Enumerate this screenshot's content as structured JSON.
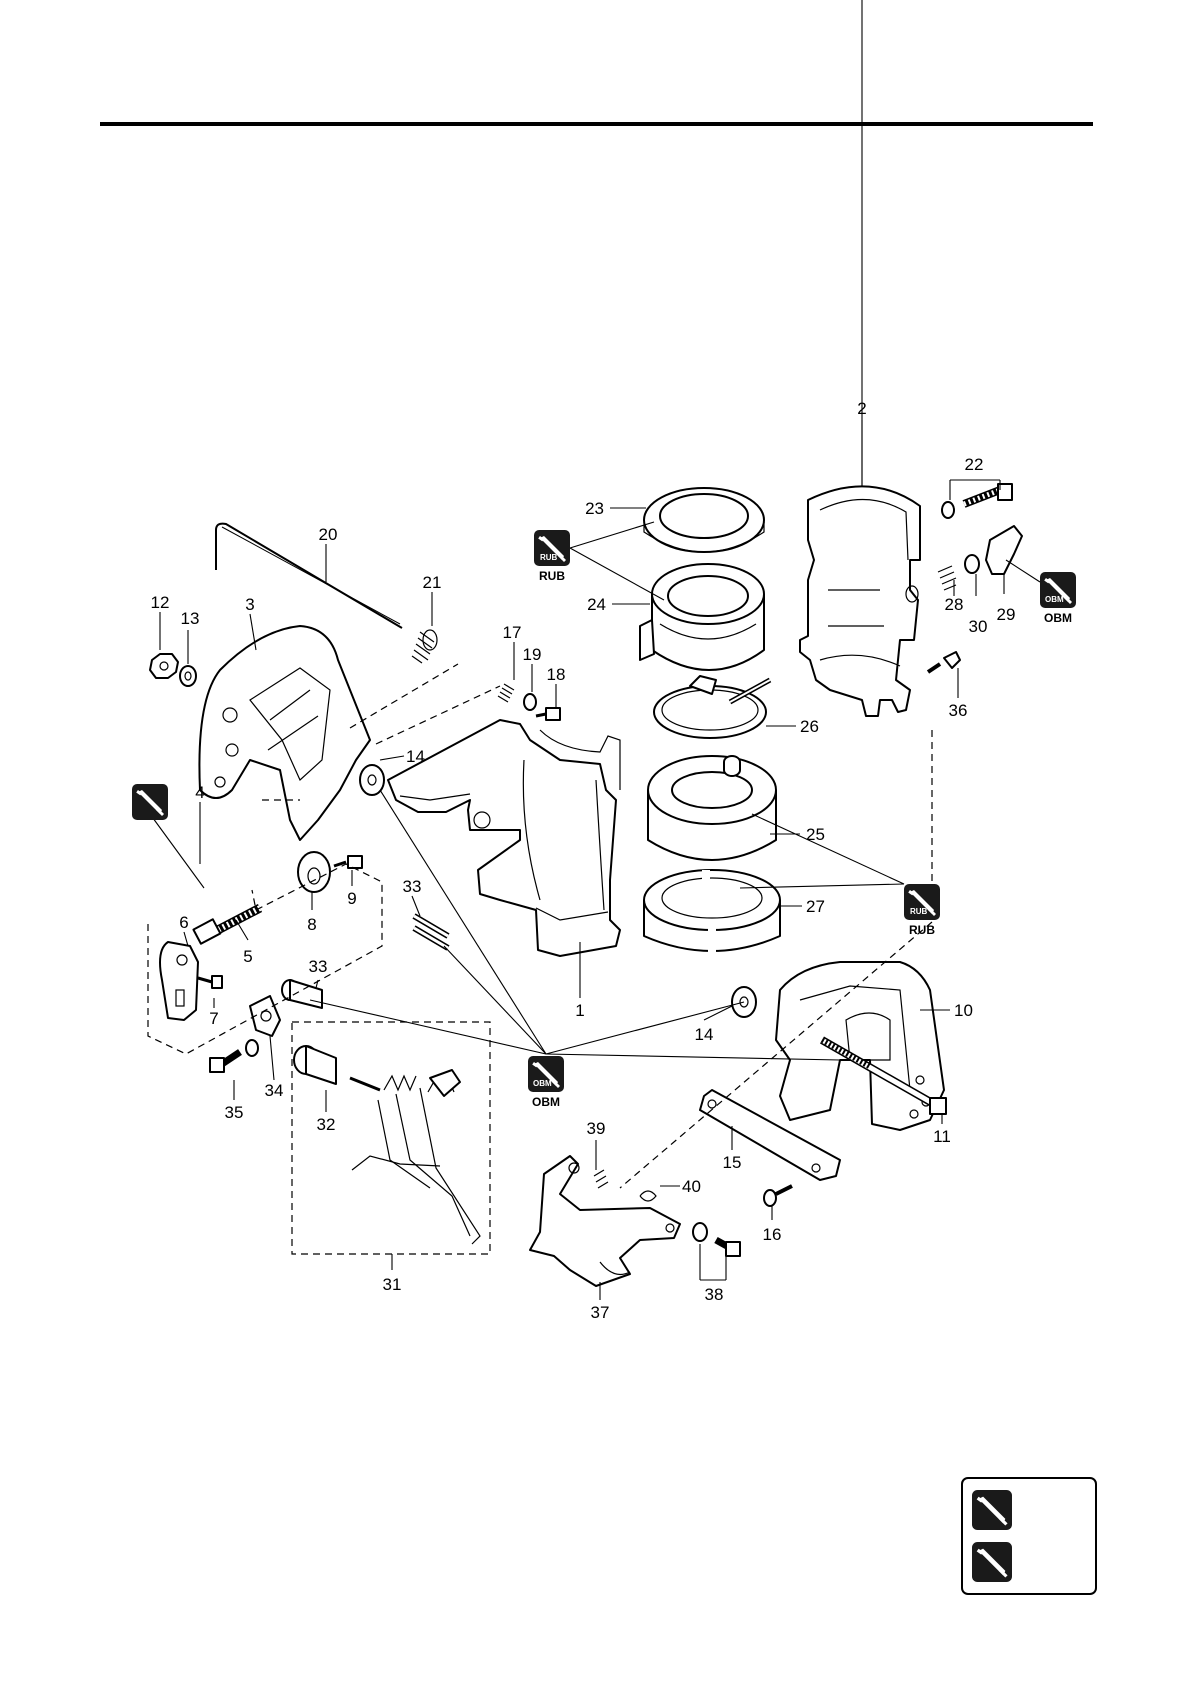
{
  "diagram": {
    "part_numbers": [
      "1",
      "2",
      "3",
      "4",
      "5",
      "6",
      "7",
      "8",
      "9",
      "10",
      "11",
      "12",
      "13",
      "14",
      "15",
      "16",
      "17",
      "18",
      "19",
      "20",
      "21",
      "22",
      "23",
      "24",
      "25",
      "26",
      "27",
      "28",
      "29",
      "30",
      "31",
      "32",
      "33",
      "34",
      "35",
      "36",
      "37",
      "38",
      "39",
      "40"
    ],
    "badges": {
      "rub": "RUB",
      "obm": "OBM"
    },
    "legend": {
      "items": [
        {
          "icon": "grease-gun-icon",
          "text": ""
        },
        {
          "icon": "grease-gun-icon",
          "text": ""
        }
      ]
    },
    "colors": {
      "ink": "#000000",
      "paper": "#ffffff",
      "badge_fill": "#1a1a1a"
    }
  }
}
